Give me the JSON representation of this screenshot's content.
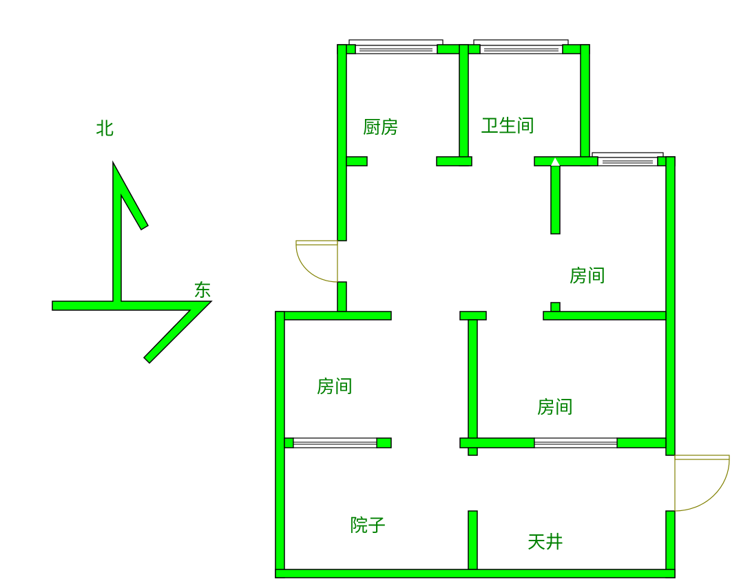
{
  "compass": {
    "north": "北",
    "east": "东"
  },
  "rooms": {
    "kitchen": "厨房",
    "bathroom": "卫生间",
    "room_upper_right": "房间",
    "room_left": "房间",
    "room_right": "房间",
    "yard": "院子",
    "patio": "天井"
  },
  "colors": {
    "wall": "#00ff00",
    "label": "#008000",
    "door": "#808000"
  }
}
